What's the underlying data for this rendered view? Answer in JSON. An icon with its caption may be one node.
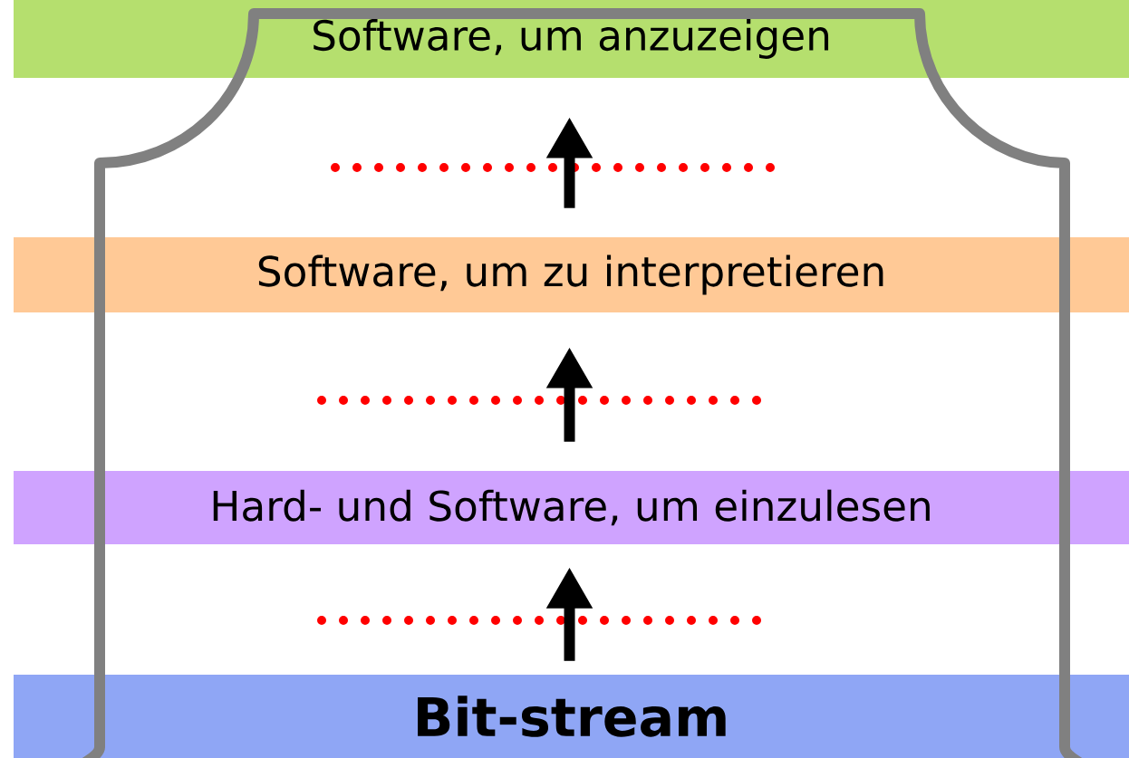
{
  "diagram": {
    "nodes": [
      {
        "text": [
          "Software, um anzuzeigen"
        ]
      },
      {
        "text": [
          "Software, um zu interpretieren"
        ]
      },
      {
        "text": [
          "Hard- und Software, um einzulesen"
        ]
      },
      {
        "text": [
          "Bit-stream"
        ]
      }
    ],
    "edges": [
      {
        "from": 3,
        "to": 2,
        "arrow": "to"
      },
      {
        "from": 2,
        "to": 1,
        "arrow": "to"
      },
      {
        "from": 1,
        "to": 0,
        "arrow": "to"
      }
    ]
  }
}
